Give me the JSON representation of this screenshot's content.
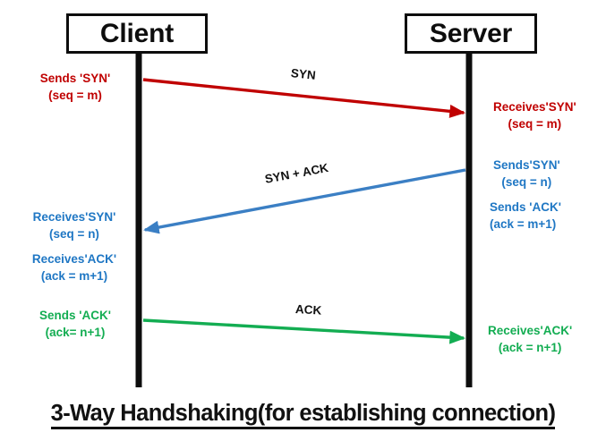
{
  "diagram": {
    "title": "3-Way Handshaking(for establishing connection)",
    "nodes": {
      "client": "Client",
      "server": "Server"
    },
    "colors": {
      "syn": "#c00000",
      "syn_ack": "#1f77c4",
      "ack": "#13ad52",
      "lifeline": "#0d0d0d",
      "text": "#111111"
    },
    "messages": [
      {
        "id": "syn",
        "label": "SYN",
        "direction": "client-to-server",
        "color": "#c00000",
        "source_lines": [
          "Sends 'SYN'",
          "(seq = m)"
        ],
        "target_lines": [
          "Receives'SYN'",
          "(seq = m)"
        ]
      },
      {
        "id": "syn-ack",
        "label": "SYN + ACK",
        "direction": "server-to-client",
        "color": "#1f77c4",
        "source_lines": [
          "Sends'SYN'",
          "(seq = n)",
          "Sends 'ACK'",
          "(ack = m+1)"
        ],
        "target_lines": [
          "Receives'SYN'",
          "(seq = n)",
          "Receives'ACK'",
          "(ack = m+1)"
        ]
      },
      {
        "id": "ack",
        "label": "ACK",
        "direction": "client-to-server",
        "color": "#13ad52",
        "source_lines": [
          "Sends 'ACK'",
          "(ack= n+1)"
        ],
        "target_lines": [
          "Receives'ACK'",
          "(ack = n+1)"
        ]
      }
    ],
    "annotations": {
      "client_syn_send_1": "Sends 'SYN'",
      "client_syn_send_2": "(seq = m)",
      "server_syn_recv_1": "Receives'SYN'",
      "server_syn_recv_2": "(seq = m)",
      "server_synack_1": "Sends'SYN'",
      "server_synack_2": "(seq = n)",
      "server_synack_3": "Sends 'ACK'",
      "server_synack_4": "(ack = m+1)",
      "client_synack_1": "Receives'SYN'",
      "client_synack_2": "(seq = n)",
      "client_synack_3": "Receives'ACK'",
      "client_synack_4": "(ack = m+1)",
      "client_ack_1": "Sends 'ACK'",
      "client_ack_2": "(ack= n+1)",
      "server_ack_1": "Receives'ACK'",
      "server_ack_2": "(ack = n+1)",
      "label_syn": "SYN",
      "label_syn_ack": "SYN + ACK",
      "label_ack": "ACK"
    }
  }
}
